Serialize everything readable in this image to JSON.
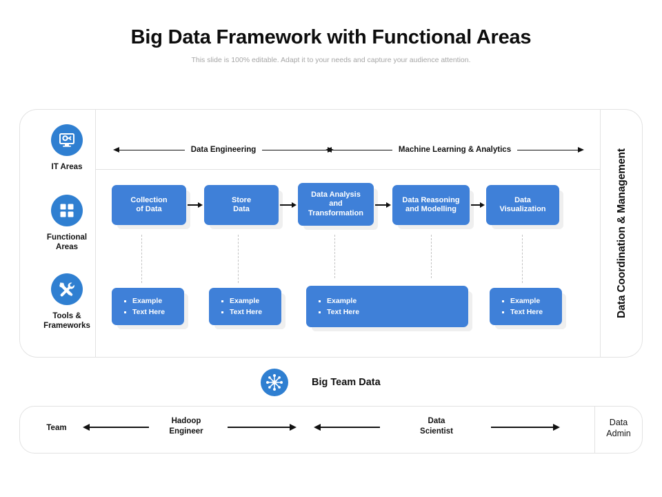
{
  "header": {
    "title": "Big Data Framework with Functional Areas",
    "subtitle": "This slide is 100% editable. Adapt it to your needs and capture your audience attention."
  },
  "sidebar": {
    "items": [
      {
        "label": "IT Areas",
        "icon": "monitor-gear-icon"
      },
      {
        "label": "Functional\nAreas",
        "label_line1": "Functional",
        "label_line2": "Areas",
        "icon": "grid-squares-icon"
      },
      {
        "label": "Tools &\nFrameworks",
        "label_line1": "Tools &",
        "label_line2": "Frameworks",
        "icon": "tools-wrench-icon"
      }
    ]
  },
  "phases": [
    {
      "label": "Data Engineering"
    },
    {
      "label": "Machine Learning & Analytics"
    }
  ],
  "process_boxes": [
    {
      "line1": "Collection",
      "line2": "of Data",
      "line3": ""
    },
    {
      "line1": "Store",
      "line2": "Data",
      "line3": ""
    },
    {
      "line1": "Data Analysis",
      "line2": "and",
      "line3": "Transformation"
    },
    {
      "line1": "Data Reasoning",
      "line2": "and Modelling",
      "line3": ""
    },
    {
      "line1": "Data",
      "line2": "Visualization",
      "line3": ""
    }
  ],
  "example_boxes": [
    {
      "item1": "Example",
      "item2": "Text Here"
    },
    {
      "item1": "Example",
      "item2": "Text Here"
    },
    {
      "item1": "Example",
      "item2": "Text Here"
    },
    {
      "item1": "Example",
      "item2": "Text Here"
    }
  ],
  "right_label": "Data Coordination & Management",
  "big_team": {
    "label": "Big Team Data",
    "icon": "network-nodes-icon"
  },
  "bottom_bar": {
    "team_label": "Team",
    "role1_line1": "Hadoop",
    "role1_line2": "Engineer",
    "role2_line1": "Data",
    "role2_line2": "Scientist",
    "admin_line1": "Data",
    "admin_line2": "Admin"
  },
  "colors": {
    "accent_blue": "#3f80d8",
    "icon_blue": "#2f7fd1",
    "border_gray": "#e2e2e2",
    "subtitle_gray": "#a6a6a6",
    "shadow_gray": "#efefef"
  }
}
